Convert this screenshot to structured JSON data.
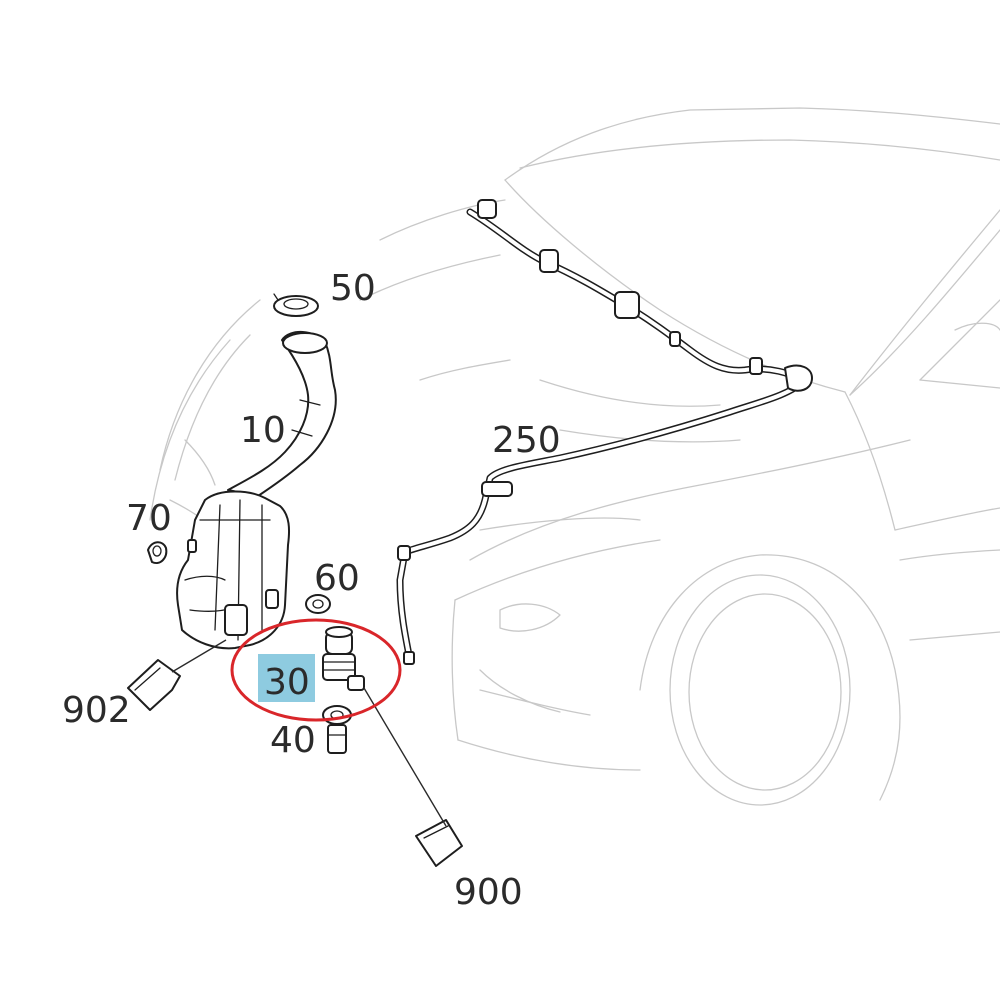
{
  "callouts": {
    "c50": "50",
    "c10": "10",
    "c70": "70",
    "c60": "60",
    "c30": "30",
    "c40": "40",
    "c902": "902",
    "c250": "250",
    "c900": "900"
  },
  "colors": {
    "highlight": "#8ecbe0",
    "circle": "#d9262a",
    "line": "#1e1e1e",
    "car_outline": "#c8c8c8"
  }
}
